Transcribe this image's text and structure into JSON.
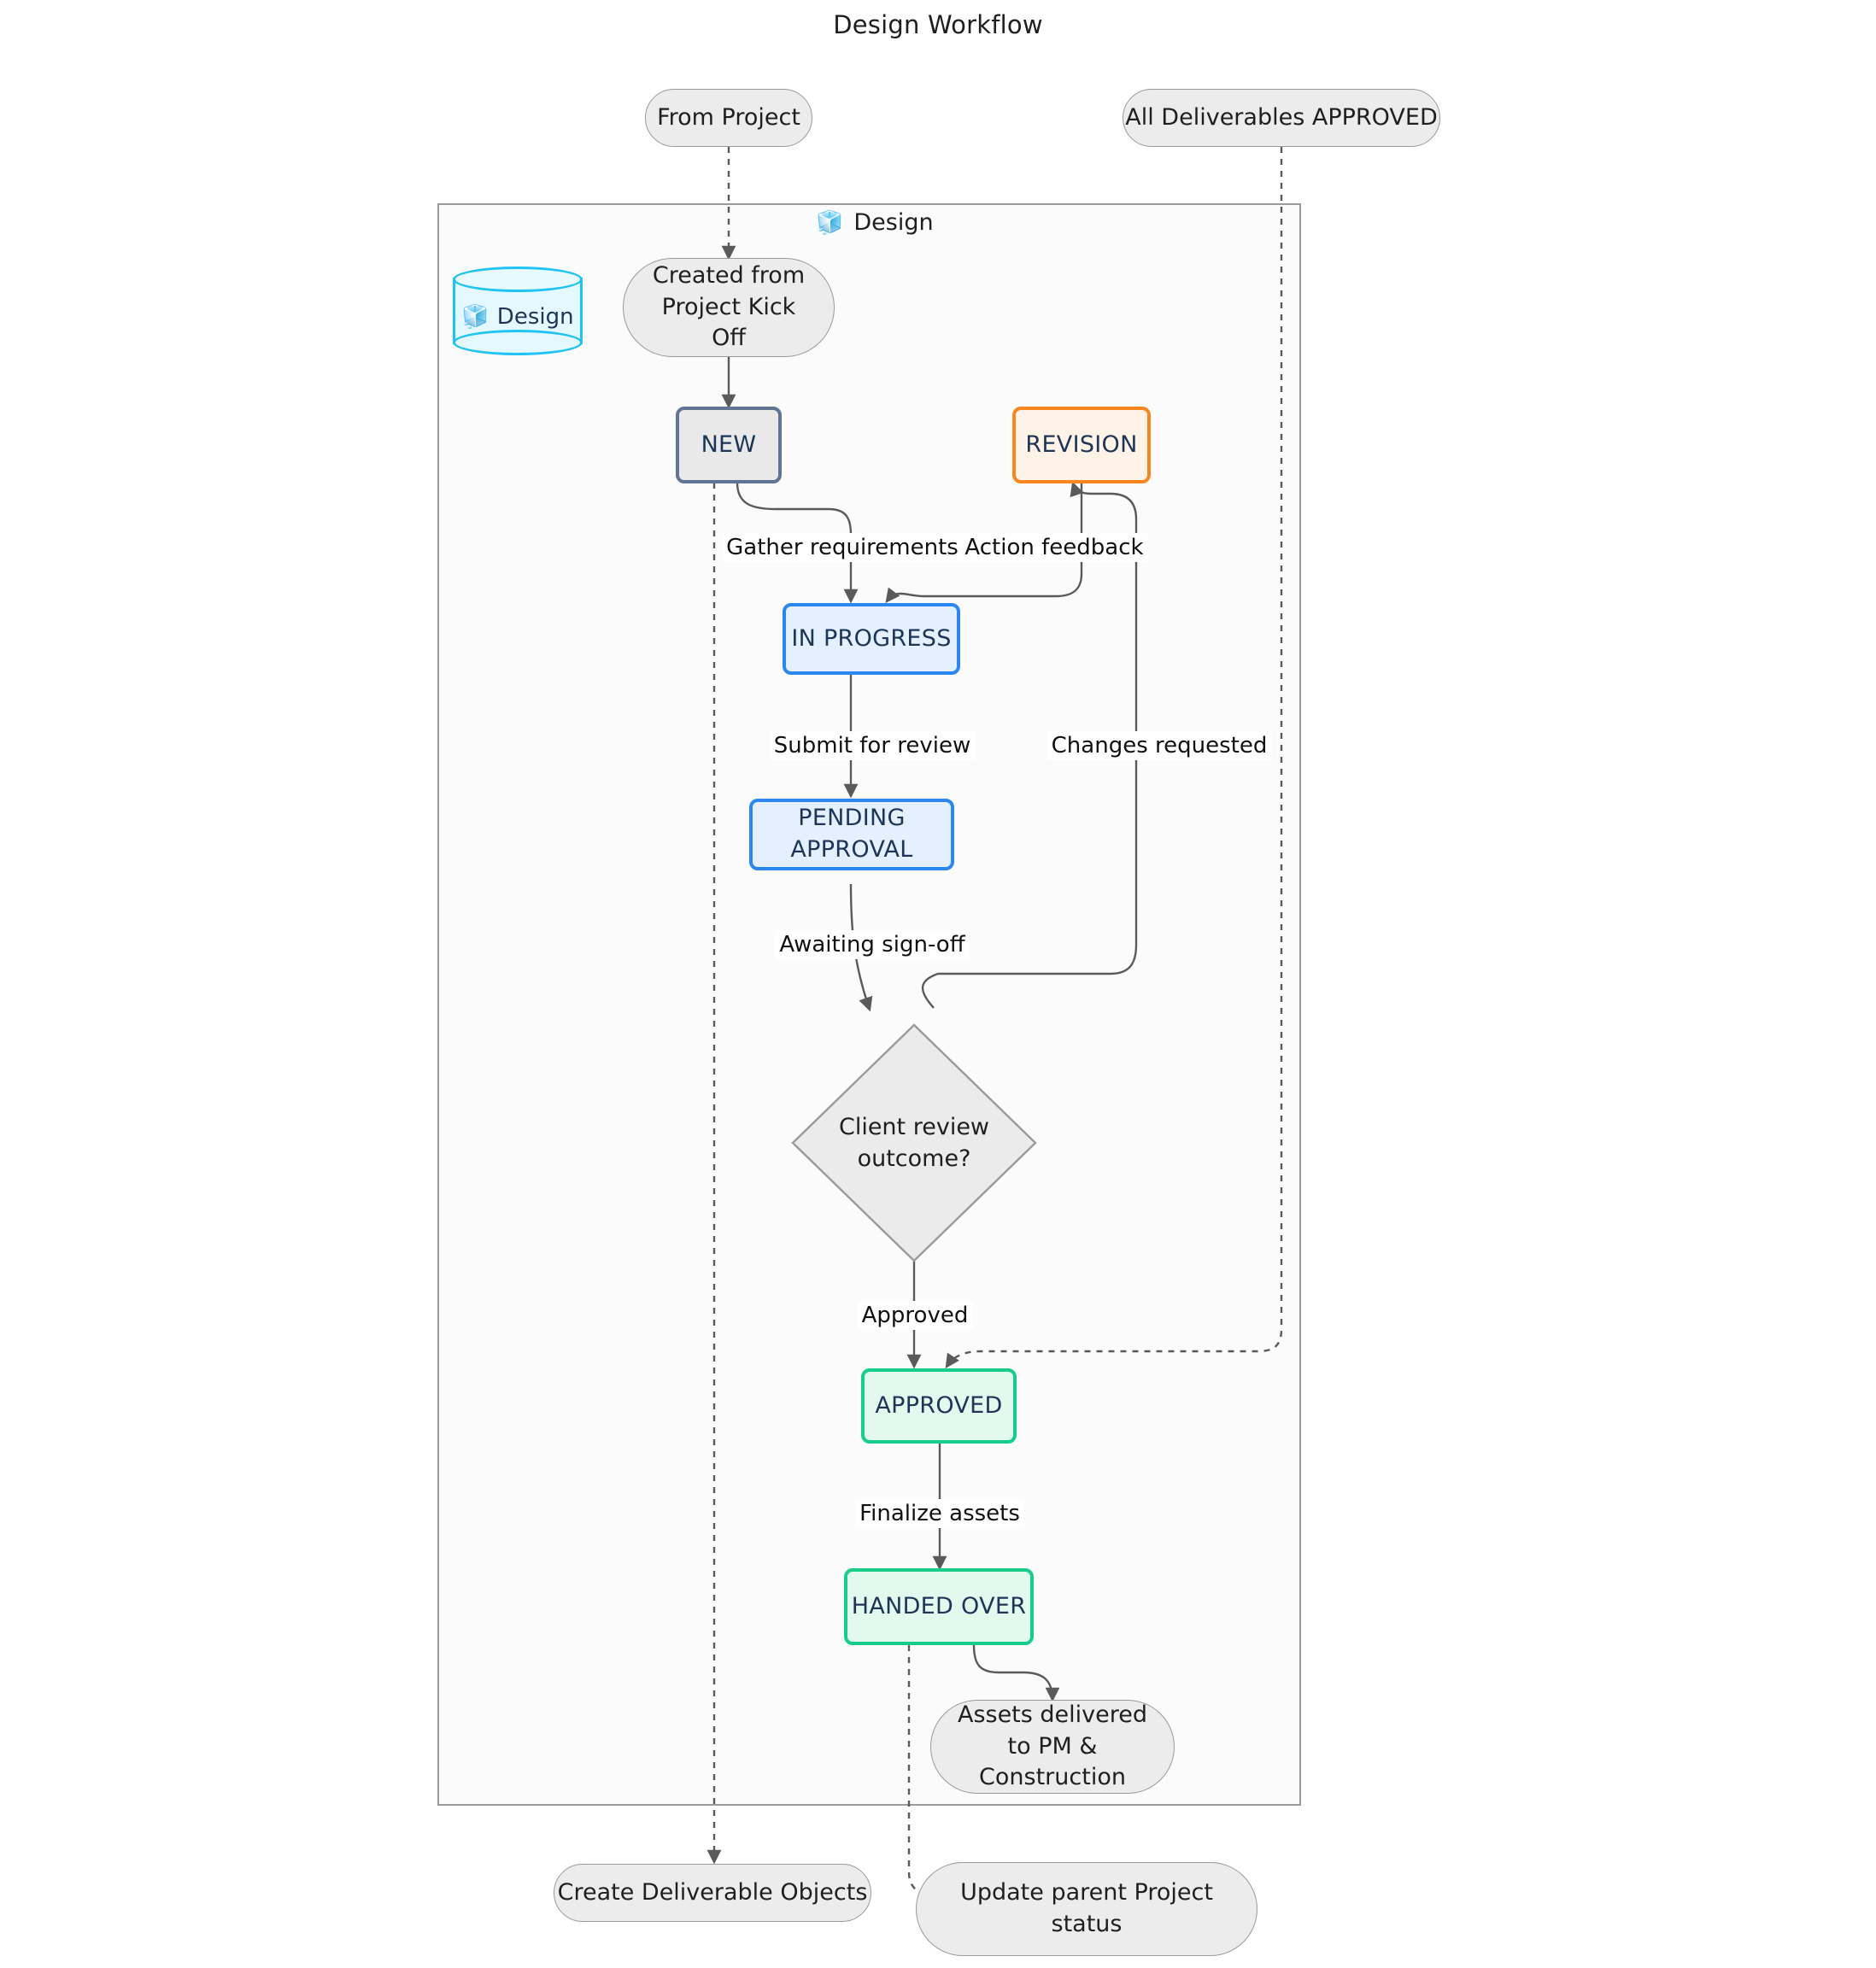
{
  "diagram": {
    "title": "Design Workflow",
    "type": "flowchart"
  },
  "subgraph": {
    "label": "Design",
    "icon": "cube-icon",
    "icon_glyph": "🧊"
  },
  "database": {
    "label": "Design",
    "icon": "cube-icon",
    "icon_glyph": "🧊"
  },
  "external_nodes": {
    "from_project": "From Project",
    "all_deliverables_approved": "All Deliverables APPROVED",
    "create_deliverable_objects": "Create Deliverable Objects",
    "update_parent_project_status": "Update parent Project status"
  },
  "nodes": {
    "created_from_kickoff": "Created from Project Kick Off",
    "new": "NEW",
    "revision": "REVISION",
    "in_progress": "IN PROGRESS",
    "pending_approval": "PENDING APPROVAL",
    "decision": "Client review outcome?",
    "approved": "APPROVED",
    "handed_over": "HANDED OVER",
    "assets_delivered": "Assets delivered to PM & Construction"
  },
  "edge_labels": {
    "gather_requirements": "Gather requirements",
    "action_feedback": "Action feedback",
    "submit_for_review": "Submit for review",
    "changes_requested": "Changes requested",
    "awaiting_signoff": "Awaiting sign-off",
    "approved": "Approved",
    "finalize_assets": "Finalize assets"
  },
  "colors": {
    "state_new_border": "#607494",
    "state_new_fill": "#e9e9e9",
    "state_revision_border": "#f7861f",
    "state_revision_fill": "#fff2e6",
    "state_blue_border": "#2b87f0",
    "state_blue_fill": "#e4f0ff",
    "state_green_border": "#17cd8c",
    "state_green_fill": "#e2f9ee",
    "stadium_fill": "#ececec",
    "stadium_border": "#999999",
    "diamond_fill": "#ebebeb",
    "diamond_border": "#9a9a9a",
    "database_stroke": "#22c3f3",
    "database_fill": "#e3f8ff",
    "edge_stroke": "#5a5a5a",
    "label_text": "#1d3557",
    "subgraph_border": "#9a9a9a",
    "subgraph_fill": "#fbfbfb"
  }
}
